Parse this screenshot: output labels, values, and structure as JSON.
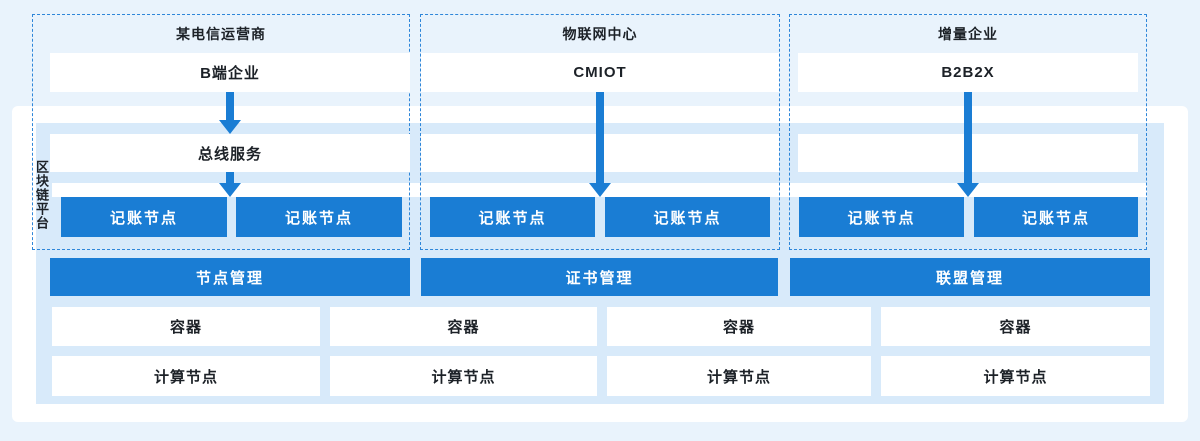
{
  "colors": {
    "page_bg": "#e9f3fc",
    "panel_bg": "#d8eafa",
    "accent": "#1a7dd4",
    "dash": "#2e86d9",
    "text": "#1c2127"
  },
  "platform_label": "区块链平台",
  "columns": [
    {
      "header": "某电信运营商",
      "system": "B端企业",
      "bus": "总线服务",
      "nodes": [
        "记账节点",
        "记账节点"
      ],
      "management": "节点管理"
    },
    {
      "header": "物联网中心",
      "system": "CMIOT",
      "bus": "",
      "nodes": [
        "记账节点",
        "记账节点"
      ],
      "management": "证书管理"
    },
    {
      "header": "增量企业",
      "system": "B2B2X",
      "bus": "",
      "nodes": [
        "记账节点",
        "记账节点"
      ],
      "management": "联盟管理"
    }
  ],
  "infrastructure": {
    "containers": [
      "容器",
      "容器",
      "容器",
      "容器"
    ],
    "compute_nodes": [
      "计算节点",
      "计算节点",
      "计算节点",
      "计算节点"
    ]
  }
}
